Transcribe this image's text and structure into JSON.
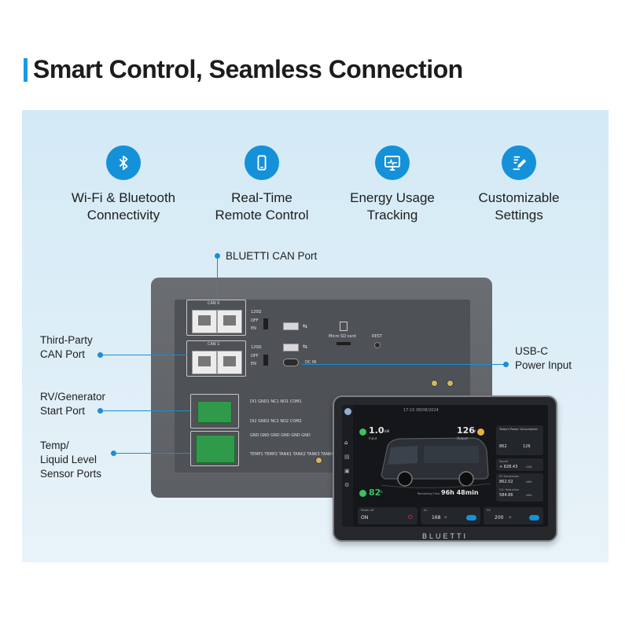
{
  "title": "Smart Control, Seamless Connection",
  "features": [
    {
      "icon": "bluetooth-icon",
      "line1": "Wi-Fi & Bluetooth",
      "line2": "Connectivity"
    },
    {
      "icon": "phone-icon",
      "line1": "Real-Time",
      "line2": "Remote Control"
    },
    {
      "icon": "monitor-chart-icon",
      "line1": "Energy Usage",
      "line2": "Tracking"
    },
    {
      "icon": "edit-settings-icon",
      "line1": "Customizable",
      "line2": "Settings"
    }
  ],
  "callouts": {
    "can_port": "BLUETTI CAN Port",
    "third_party_1": "Third-Party",
    "third_party_2": "CAN Port",
    "rv_1": "RV/Generator",
    "rv_2": "Start Port",
    "temp_1": "Temp/",
    "temp_2": "Liquid Level",
    "temp_3": "Sensor Ports",
    "usbc_1": "USB-C",
    "usbc_2": "Power Input"
  },
  "device": {
    "can0": "CAN 0",
    "can1": "CAN 1",
    "r120": "120Ω",
    "off": "OFF",
    "en": "EN",
    "micro_sd": "Micro SD card",
    "rest": "REST",
    "dc_in": "DC IN",
    "di_row1": "DI1  GND1  NC1  NO1  COM1",
    "di_row2": "DI2  GND2  NC2  NO2  COM2",
    "gnd_row": "GND   GND   GND   GND   GND   GND",
    "tank_row": "TEMP1  TEMP2  TANK1  TANK2  TANK3  TANK4"
  },
  "screen": {
    "time": "17:15 08/08/2024",
    "input_value": "1.0",
    "input_unit": "kW",
    "input_label": "Input",
    "output_value": "126",
    "output_unit": "W",
    "output_label": "Output",
    "soc": "82",
    "soc_unit": "%",
    "remaining_label": "Remaining Time",
    "remaining": "96h 48min",
    "consumption_title": "Today's Power Consumption",
    "cons_in": "862",
    "cons_out": "126",
    "saved_label": "Saved",
    "saved_value": "+ 828.43",
    "saved_unit": "USD",
    "pv_label": "PV Generation",
    "pv_value": "862.02",
    "pv_unit": "kWh",
    "co2_label": "CO₂ Reduction",
    "co2_value": "584.86",
    "co2_unit": "kWh",
    "power_off_label": "Power off",
    "power_state": "ON",
    "ac_label": "AC",
    "ac_value": "168",
    "ac_unit": "W",
    "dc_label": "DC",
    "dc_value": "200",
    "dc_unit": "W"
  },
  "brand": "BLUETTI",
  "colors": {
    "accent": "#1591d9",
    "panel": "#d9edf7",
    "terminal": "#2e9a4a",
    "battery": "#3fbf5f"
  }
}
